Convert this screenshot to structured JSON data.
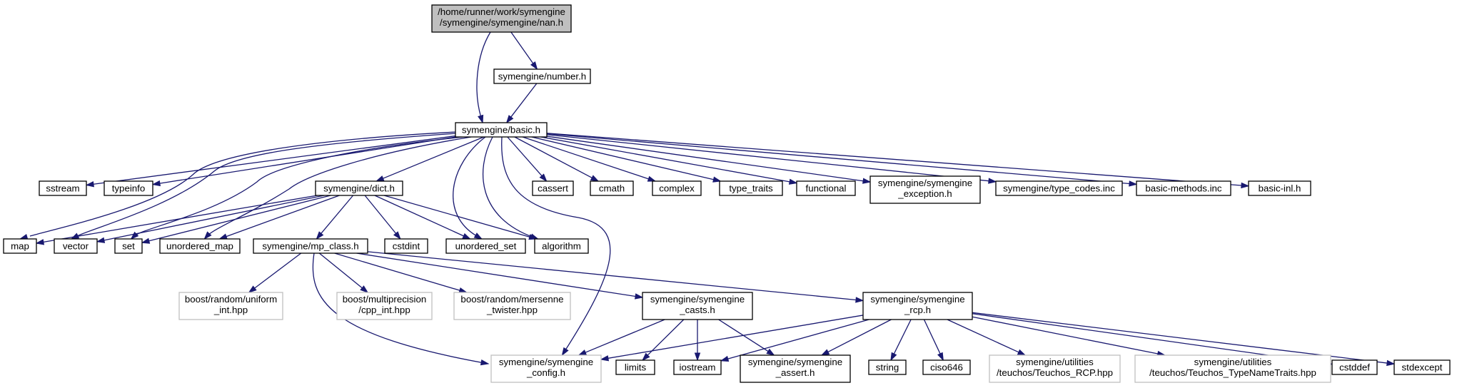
{
  "graph": {
    "edge_color": "#191970",
    "root_fill": "#bfbfbf",
    "missing_border": "#bfbfbf",
    "nodes": [
      {
        "id": "nan",
        "label": [
          "/home/runner/work/symengine",
          "/symengine/symengine/nan.h"
        ],
        "kind": "root"
      },
      {
        "id": "number",
        "label": [
          "symengine/number.h"
        ],
        "kind": "normal"
      },
      {
        "id": "basic",
        "label": [
          "symengine/basic.h"
        ],
        "kind": "normal"
      },
      {
        "id": "sstream",
        "label": [
          "sstream"
        ],
        "kind": "normal"
      },
      {
        "id": "typeinfo",
        "label": [
          "typeinfo"
        ],
        "kind": "normal"
      },
      {
        "id": "dict",
        "label": [
          "symengine/dict.h"
        ],
        "kind": "normal"
      },
      {
        "id": "cassert",
        "label": [
          "cassert"
        ],
        "kind": "normal"
      },
      {
        "id": "cmath",
        "label": [
          "cmath"
        ],
        "kind": "normal"
      },
      {
        "id": "complex",
        "label": [
          "complex"
        ],
        "kind": "normal"
      },
      {
        "id": "type_traits",
        "label": [
          "type_traits"
        ],
        "kind": "normal"
      },
      {
        "id": "functional",
        "label": [
          "functional"
        ],
        "kind": "normal"
      },
      {
        "id": "sym_exception",
        "label": [
          "symengine/symengine",
          "_exception.h"
        ],
        "kind": "normal"
      },
      {
        "id": "type_codes",
        "label": [
          "symengine/type_codes.inc"
        ],
        "kind": "normal"
      },
      {
        "id": "basic_methods",
        "label": [
          "basic-methods.inc"
        ],
        "kind": "normal"
      },
      {
        "id": "basic_inl",
        "label": [
          "basic-inl.h"
        ],
        "kind": "normal"
      },
      {
        "id": "map",
        "label": [
          "map"
        ],
        "kind": "normal"
      },
      {
        "id": "vector",
        "label": [
          "vector"
        ],
        "kind": "normal"
      },
      {
        "id": "set",
        "label": [
          "set"
        ],
        "kind": "normal"
      },
      {
        "id": "unordered_map",
        "label": [
          "unordered_map"
        ],
        "kind": "normal"
      },
      {
        "id": "mp_class",
        "label": [
          "symengine/mp_class.h"
        ],
        "kind": "normal"
      },
      {
        "id": "cstdint",
        "label": [
          "cstdint"
        ],
        "kind": "normal"
      },
      {
        "id": "unordered_set",
        "label": [
          "unordered_set"
        ],
        "kind": "normal"
      },
      {
        "id": "algorithm",
        "label": [
          "algorithm"
        ],
        "kind": "normal"
      },
      {
        "id": "boost_uniform",
        "label": [
          "boost/random/uniform",
          "_int.hpp"
        ],
        "kind": "missing"
      },
      {
        "id": "boost_multi",
        "label": [
          "boost/multiprecision",
          "/cpp_int.hpp"
        ],
        "kind": "missing"
      },
      {
        "id": "boost_mersenne",
        "label": [
          "boost/random/mersenne",
          "_twister.hpp"
        ],
        "kind": "missing"
      },
      {
        "id": "sym_casts",
        "label": [
          "symengine/symengine",
          "_casts.h"
        ],
        "kind": "normal"
      },
      {
        "id": "sym_rcp",
        "label": [
          "symengine/symengine",
          "_rcp.h"
        ],
        "kind": "normal"
      },
      {
        "id": "sym_config",
        "label": [
          "symengine/symengine",
          "_config.h"
        ],
        "kind": "missing"
      },
      {
        "id": "limits",
        "label": [
          "limits"
        ],
        "kind": "normal"
      },
      {
        "id": "iostream",
        "label": [
          "iostream"
        ],
        "kind": "normal"
      },
      {
        "id": "sym_assert",
        "label": [
          "symengine/symengine",
          "_assert.h"
        ],
        "kind": "normal"
      },
      {
        "id": "string",
        "label": [
          "string"
        ],
        "kind": "normal"
      },
      {
        "id": "ciso646",
        "label": [
          "ciso646"
        ],
        "kind": "normal"
      },
      {
        "id": "teuchos_rcp",
        "label": [
          "symengine/utilities",
          "/teuchos/Teuchos_RCP.hpp"
        ],
        "kind": "missing"
      },
      {
        "id": "teuchos_tnt",
        "label": [
          "symengine/utilities",
          "/teuchos/Teuchos_TypeNameTraits.hpp"
        ],
        "kind": "missing"
      },
      {
        "id": "cstddef",
        "label": [
          "cstddef"
        ],
        "kind": "normal"
      },
      {
        "id": "stdexcept",
        "label": [
          "stdexcept"
        ],
        "kind": "normal"
      }
    ],
    "edges": [
      {
        "from": "nan",
        "to": "number"
      },
      {
        "from": "nan",
        "to": "basic"
      },
      {
        "from": "number",
        "to": "basic"
      },
      {
        "from": "basic",
        "to": "sstream"
      },
      {
        "from": "basic",
        "to": "typeinfo"
      },
      {
        "from": "basic",
        "to": "map"
      },
      {
        "from": "basic",
        "to": "vector"
      },
      {
        "from": "basic",
        "to": "set"
      },
      {
        "from": "basic",
        "to": "unordered_map"
      },
      {
        "from": "basic",
        "to": "dict"
      },
      {
        "from": "basic",
        "to": "unordered_set"
      },
      {
        "from": "basic",
        "to": "algorithm"
      },
      {
        "from": "basic",
        "to": "sym_config"
      },
      {
        "from": "basic",
        "to": "cassert"
      },
      {
        "from": "basic",
        "to": "cmath"
      },
      {
        "from": "basic",
        "to": "complex"
      },
      {
        "from": "basic",
        "to": "type_traits"
      },
      {
        "from": "basic",
        "to": "functional"
      },
      {
        "from": "basic",
        "to": "sym_exception"
      },
      {
        "from": "basic",
        "to": "type_codes"
      },
      {
        "from": "basic",
        "to": "basic_methods"
      },
      {
        "from": "basic",
        "to": "basic_inl"
      },
      {
        "from": "dict",
        "to": "map"
      },
      {
        "from": "dict",
        "to": "vector"
      },
      {
        "from": "dict",
        "to": "set"
      },
      {
        "from": "dict",
        "to": "unordered_map"
      },
      {
        "from": "dict",
        "to": "mp_class"
      },
      {
        "from": "dict",
        "to": "cstdint"
      },
      {
        "from": "dict",
        "to": "unordered_set"
      },
      {
        "from": "dict",
        "to": "algorithm"
      },
      {
        "from": "mp_class",
        "to": "boost_uniform"
      },
      {
        "from": "mp_class",
        "to": "boost_multi"
      },
      {
        "from": "mp_class",
        "to": "boost_mersenne"
      },
      {
        "from": "mp_class",
        "to": "sym_casts"
      },
      {
        "from": "mp_class",
        "to": "sym_rcp"
      },
      {
        "from": "mp_class",
        "to": "sym_config"
      },
      {
        "from": "sym_casts",
        "to": "sym_config"
      },
      {
        "from": "sym_casts",
        "to": "limits"
      },
      {
        "from": "sym_casts",
        "to": "iostream"
      },
      {
        "from": "sym_casts",
        "to": "sym_assert"
      },
      {
        "from": "sym_rcp",
        "to": "sym_config"
      },
      {
        "from": "sym_rcp",
        "to": "iostream"
      },
      {
        "from": "sym_rcp",
        "to": "sym_assert"
      },
      {
        "from": "sym_rcp",
        "to": "string"
      },
      {
        "from": "sym_rcp",
        "to": "ciso646"
      },
      {
        "from": "sym_rcp",
        "to": "teuchos_rcp"
      },
      {
        "from": "sym_rcp",
        "to": "teuchos_tnt"
      },
      {
        "from": "sym_rcp",
        "to": "cstddef"
      },
      {
        "from": "sym_rcp",
        "to": "stdexcept"
      }
    ]
  }
}
